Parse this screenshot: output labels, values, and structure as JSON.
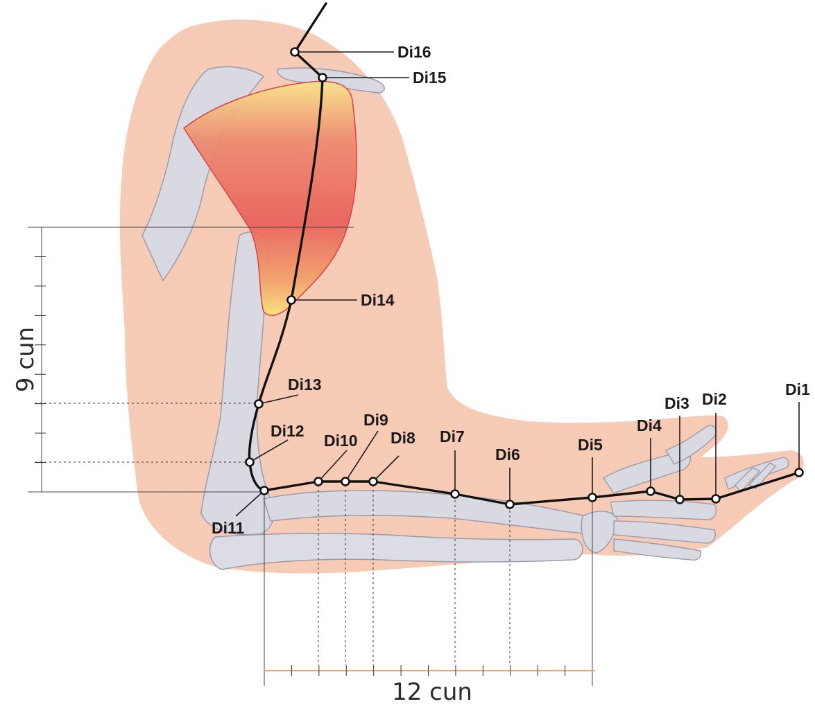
{
  "points": [
    {
      "id": "di16",
      "label": "Di16"
    },
    {
      "id": "di15",
      "label": "Di15"
    },
    {
      "id": "di14",
      "label": "Di14"
    },
    {
      "id": "di13",
      "label": "Di13"
    },
    {
      "id": "di12",
      "label": "Di12"
    },
    {
      "id": "di11",
      "label": "Di11"
    },
    {
      "id": "di10",
      "label": "Di10"
    },
    {
      "id": "di9",
      "label": "Di9"
    },
    {
      "id": "di8",
      "label": "Di8"
    },
    {
      "id": "di7",
      "label": "Di7"
    },
    {
      "id": "di6",
      "label": "Di6"
    },
    {
      "id": "di5",
      "label": "Di5"
    },
    {
      "id": "di4",
      "label": "Di4"
    },
    {
      "id": "di3",
      "label": "Di3"
    },
    {
      "id": "di2",
      "label": "Di2"
    },
    {
      "id": "di1",
      "label": "Di1"
    }
  ],
  "scales": {
    "vertical": {
      "label": "9 cun",
      "divisions": 9
    },
    "horizontal": {
      "label": "12 cun",
      "divisions": 12
    }
  },
  "colors": {
    "skin": "#f6c9b4",
    "bone": "#d9d9e2",
    "bone_outline": "#9a9aaa",
    "muscle_red": "#e8605a",
    "muscle_yellow": "#f7e27a",
    "meridian": "#111111"
  }
}
